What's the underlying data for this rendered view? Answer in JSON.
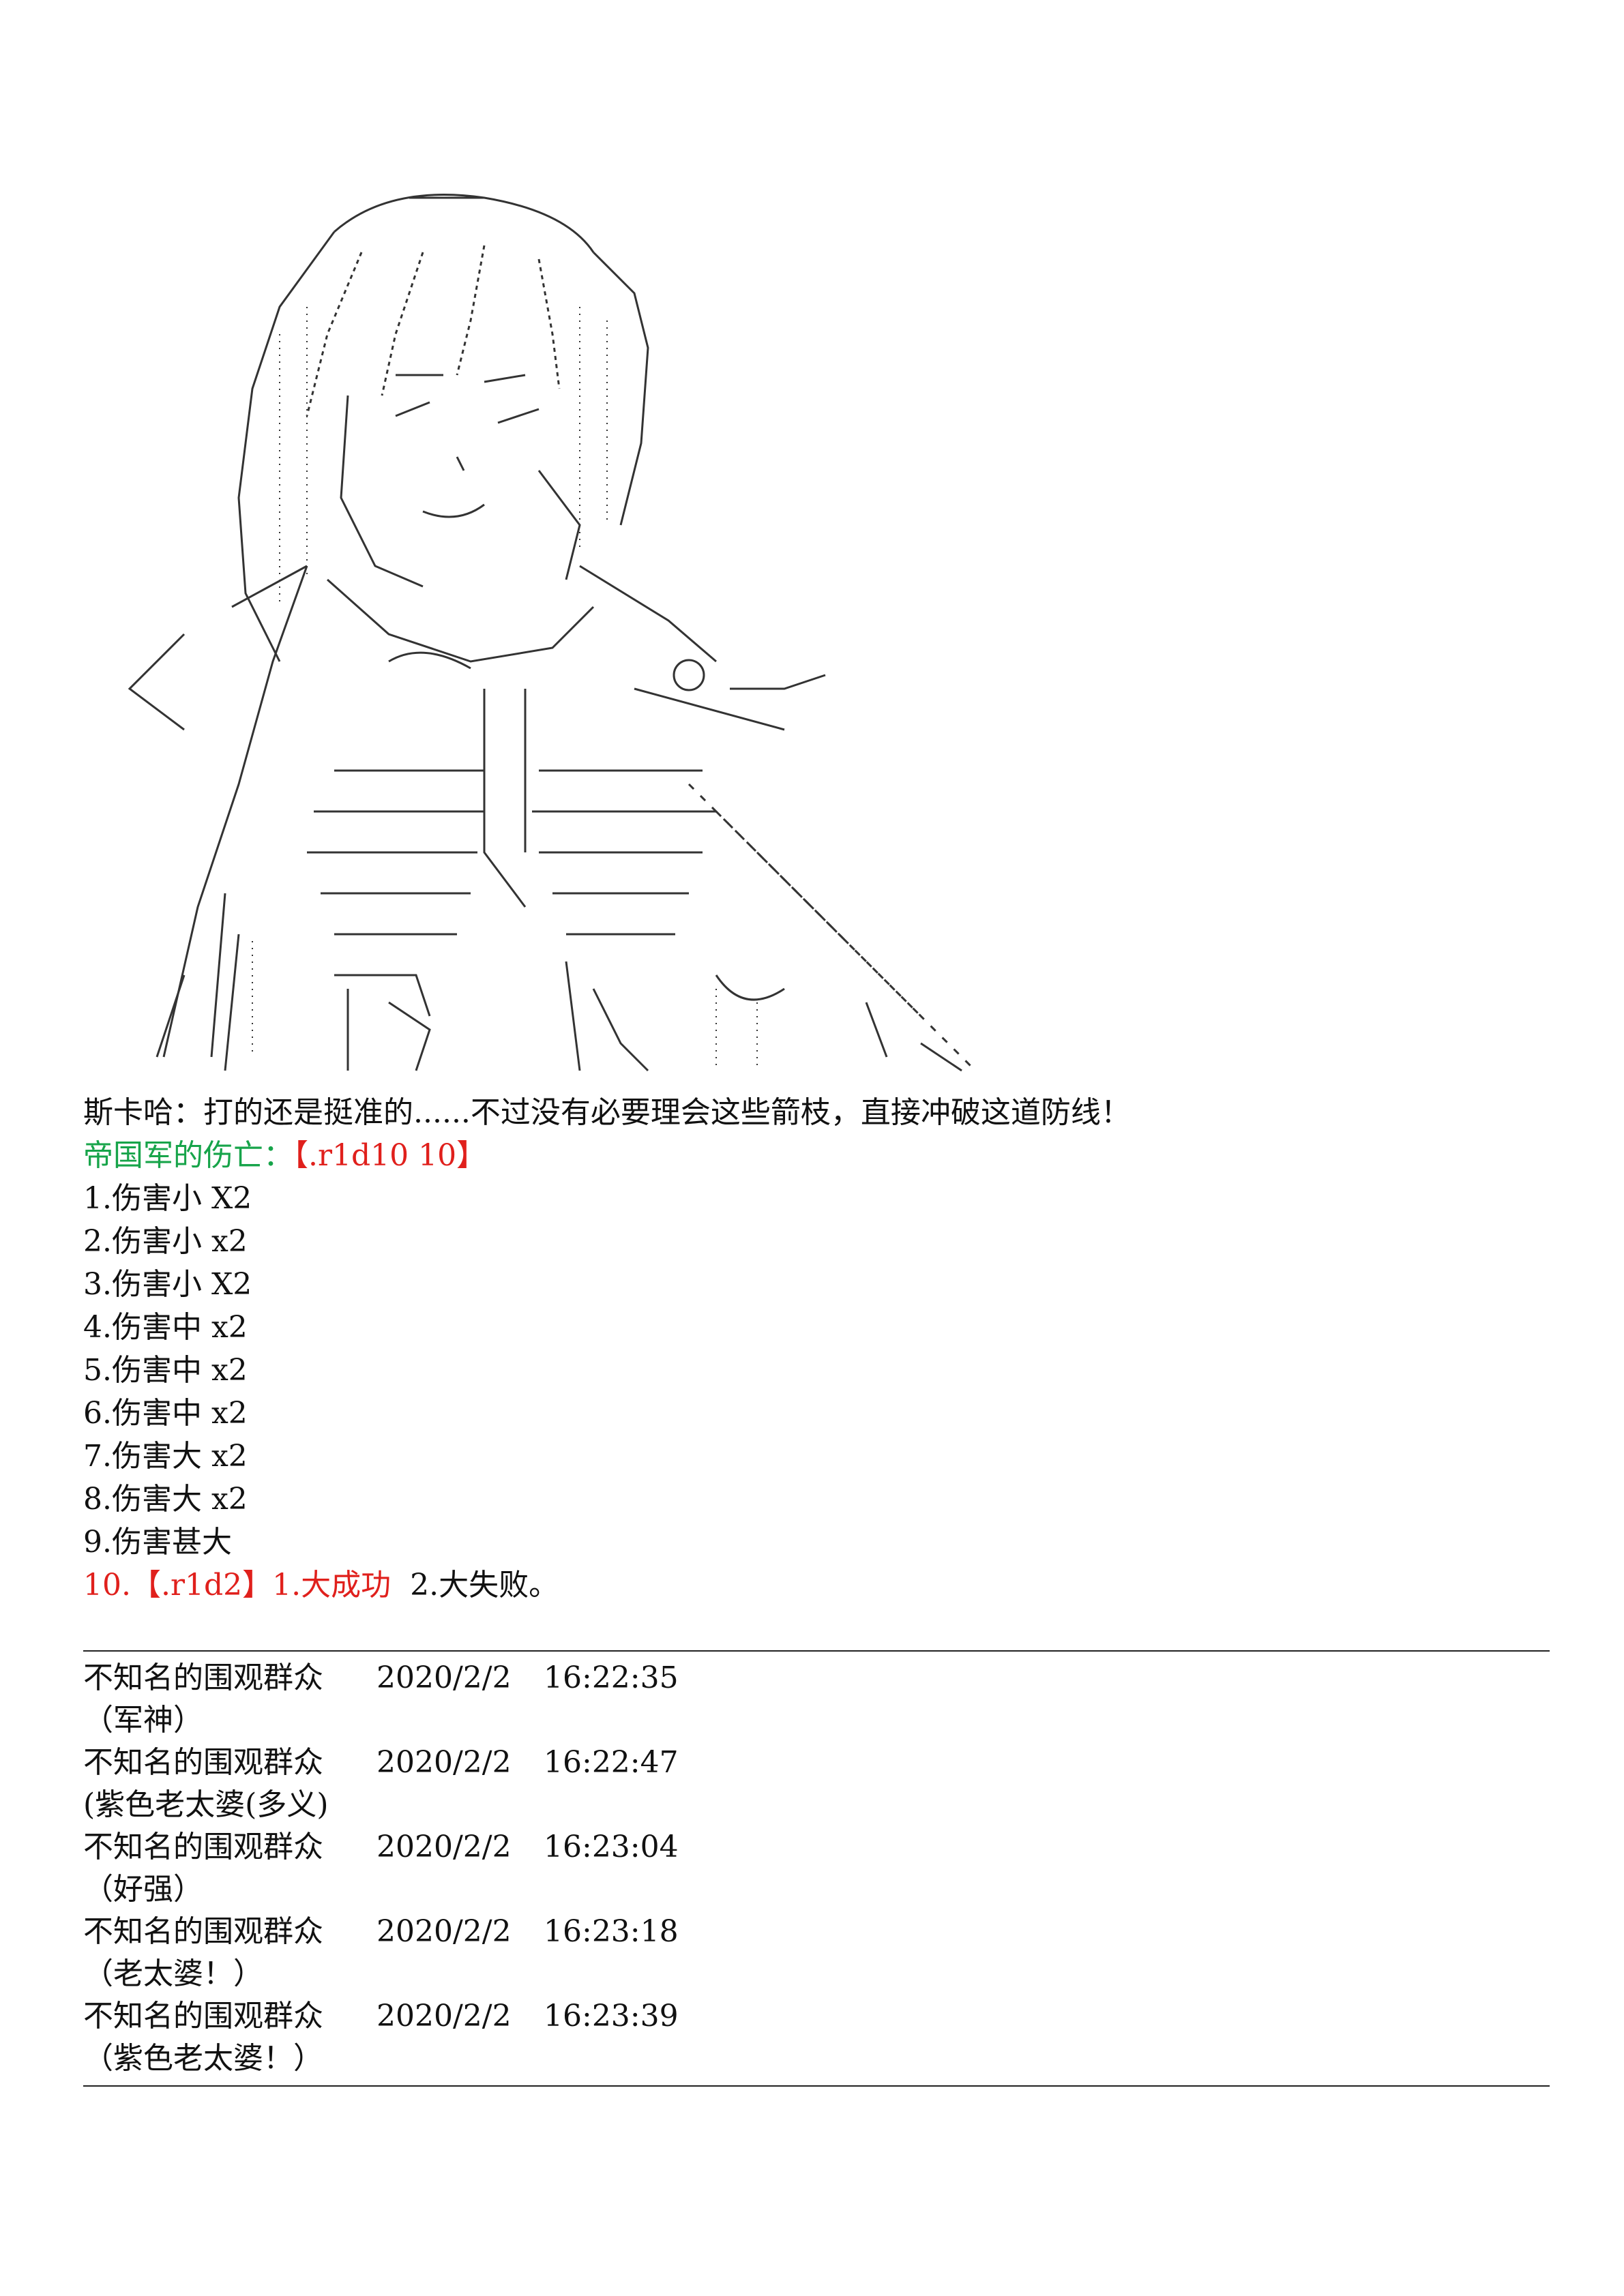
{
  "narrative": {
    "speech": "斯卡哈：打的还是挺准的......不过没有必要理会这些箭枝，直接冲破这道防线！",
    "casualty_label": "帝国军的伤亡：",
    "casualty_roll": "【.r1d10 10】",
    "results": [
      "1.伤害小 X2",
      "2.伤害小 x2",
      "3.伤害小 X2",
      "4.伤害中 x2",
      "5.伤害中 x2",
      "6.伤害中 x2",
      "7.伤害大 x2",
      "8.伤害大 x2",
      "9.伤害甚大"
    ],
    "final_roll_prefix": "10.【.r1d2】1.大成功",
    "final_roll_suffix": "  2.大失败。"
  },
  "comments": [
    {
      "author": "不知名的围观群众",
      "date": "2020/2/2",
      "time": "16:22:35",
      "text": "（军神）"
    },
    {
      "author": "不知名的围观群众",
      "date": "2020/2/2",
      "time": "16:22:47",
      "text": "(紫色老太婆(多义)"
    },
    {
      "author": "不知名的围观群众",
      "date": "2020/2/2",
      "time": "16:23:04",
      "text": "（好强）"
    },
    {
      "author": "不知名的围观群众",
      "date": "2020/2/2",
      "time": "16:23:18",
      "text": "（老太婆！）"
    },
    {
      "author": "不知名的围观群众",
      "date": "2020/2/2",
      "time": "16:23:39",
      "text": "（紫色老太婆！）"
    }
  ],
  "colors": {
    "green": "#17a44a",
    "red": "#e0201c",
    "text": "#111111"
  },
  "art": {
    "icon": "ascii-art-figure-icon"
  }
}
